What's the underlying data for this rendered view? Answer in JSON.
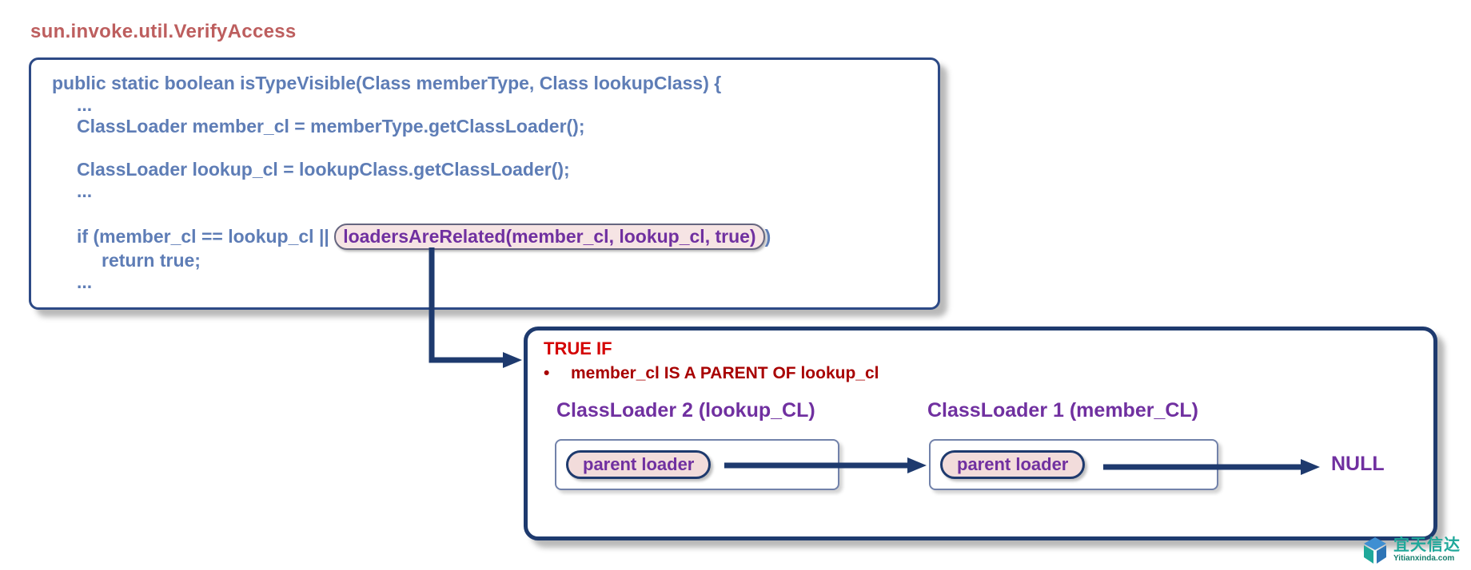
{
  "title": "sun.invoke.util.VerifyAccess",
  "code": {
    "line_signature": "public static boolean isTypeVisible(Class memberType, Class lookupClass) {",
    "ellipsis1": "...",
    "line_member": "ClassLoader member_cl = memberType.getClassLoader();",
    "line_lookup": "ClassLoader lookup_cl = lookupClass.getClassLoader();",
    "ellipsis2": "...",
    "if_prefix": "if (member_cl == lookup_cl || ",
    "if_highlight": "loadersAreRelated(member_cl, lookup_cl, true)",
    "if_suffix": ")",
    "line_return": "return true;",
    "ellipsis3": "..."
  },
  "callout": {
    "heading": "TRUE IF",
    "bullet_marker": "•",
    "bullet": "member_cl IS A PARENT OF lookup_cl",
    "loader2_label": "ClassLoader 2 (lookup_CL)",
    "loader1_label": "ClassLoader 1 (member_CL)",
    "pill1": "parent loader",
    "pill2": "parent loader",
    "null_label": "NULL"
  },
  "logo": {
    "cjk": "宜天信达",
    "domain": "Yitianxinda.com"
  },
  "colors": {
    "accent_navy": "#1e3a6e",
    "code_blue": "#5e7db6",
    "title_red": "#bd5e5e",
    "highlight_purple": "#7030a0",
    "heading_red": "#d40000",
    "pill_bg": "#f2dcdb",
    "logo_teal": "#1fa89a"
  }
}
